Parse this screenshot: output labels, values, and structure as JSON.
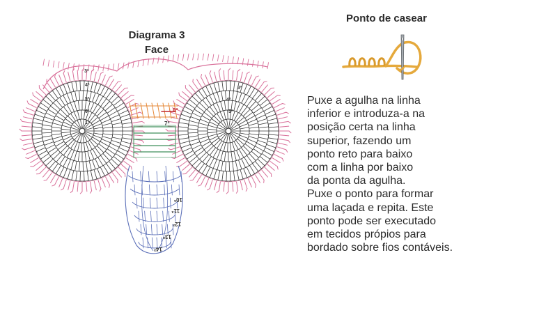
{
  "diagram": {
    "title": "Diagrama 3",
    "subtitle": "Face",
    "round_labels_left": [
      "3ª",
      "4ª",
      "5ª",
      "6ª",
      "1ª"
    ],
    "round_labels_right": [
      "3ª",
      "4ª",
      "5ª"
    ],
    "row_labels_center": [
      "8ª",
      "7ª"
    ],
    "row_labels_bottom": [
      "10ª",
      "11ª",
      "12ª",
      "13ª",
      "14ª"
    ]
  },
  "stitch": {
    "title": "Ponto de casear",
    "description_lines": [
      "Puxe a agulha na linha",
      "inferior e introduza-a na",
      "posição certa na linha",
      "superior, fazendo um",
      "ponto reto para baixo",
      "com a linha por baixo",
      "da ponta da agulha.",
      "Puxe o ponto para formar",
      "uma laçada e repita. Este",
      "ponto pode ser executado",
      "em tecidos própios para",
      "bordado sobre fios contáveis."
    ]
  },
  "colors": {
    "pink": "#d9709a",
    "dark": "#3a3a3a",
    "orange": "#e58a3a",
    "green": "#3f8f5a",
    "blue": "#5b6fb8",
    "red": "#c0262d",
    "thread": "#e5a93c",
    "needle": "#9aa0a6"
  }
}
